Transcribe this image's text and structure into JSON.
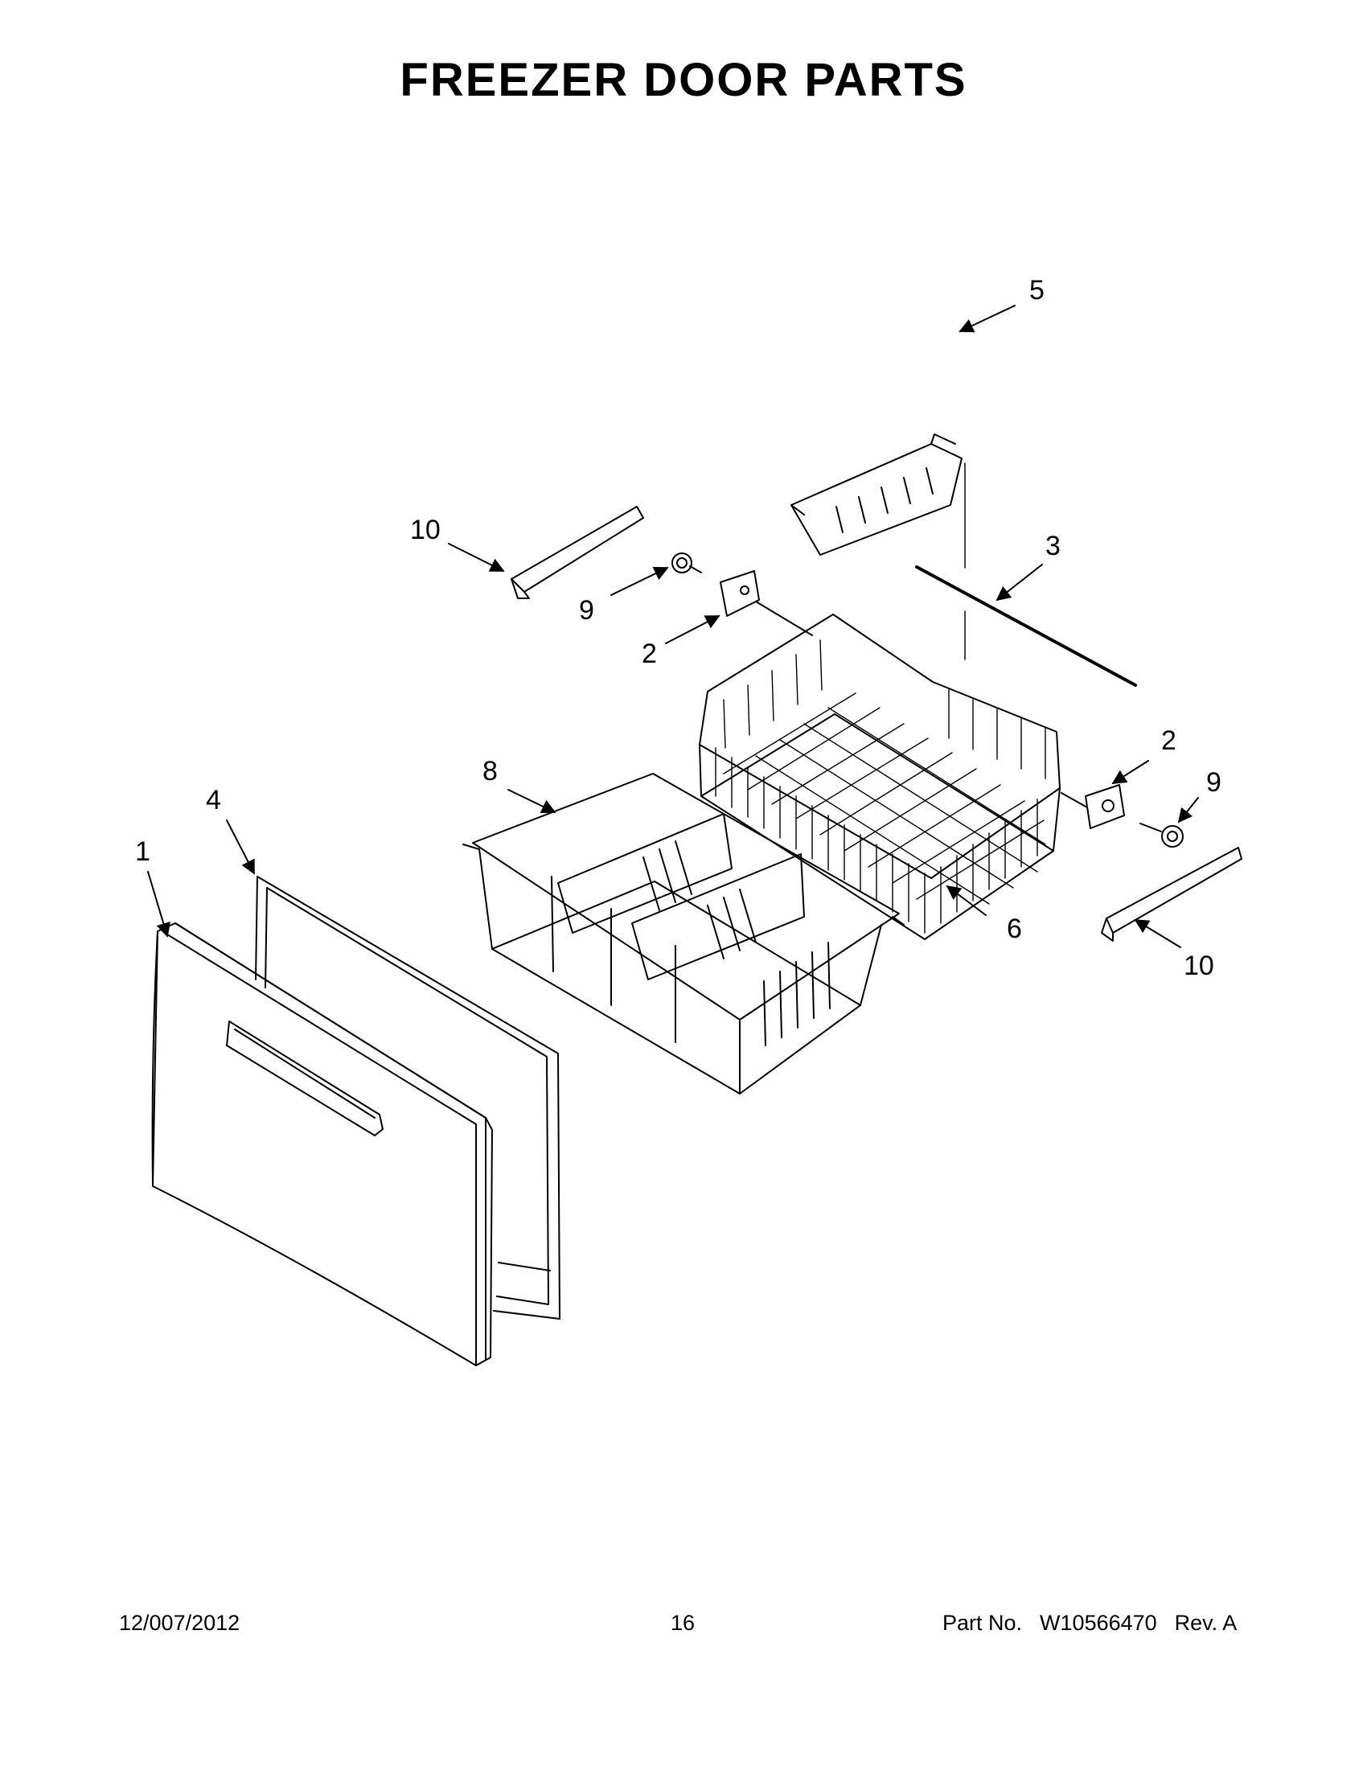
{
  "page": {
    "title": "FREEZER DOOR PARTS"
  },
  "callouts": {
    "c1": "1",
    "c2a": "2",
    "c2b": "2",
    "c3": "3",
    "c4": "4",
    "c5": "5",
    "c6": "6",
    "c8": "8",
    "c9a": "9",
    "c9b": "9",
    "c10a": "10",
    "c10b": "10"
  },
  "footer": {
    "date": "12/007/2012",
    "page_number": "16",
    "part_label": "Part No.",
    "part_number": "W10566470",
    "revision": "Rev.  A"
  }
}
